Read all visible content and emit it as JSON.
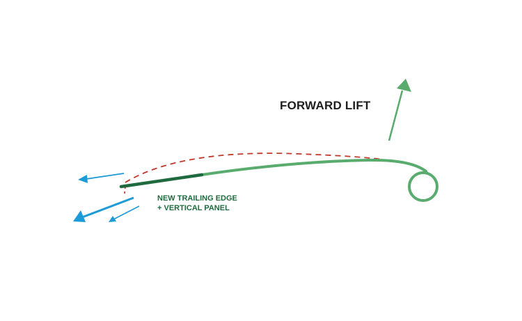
{
  "labels": {
    "forward_lift": "FORWARD LIFT",
    "trailing_edge_line1": "NEW TRAILING EDGE",
    "trailing_edge_line2": "+ VERTICAL PANEL"
  },
  "colors": {
    "wing_light_green": "#5aab6e",
    "trailing_edge_dark_green": "#1f6a3e",
    "lift_arrow_green": "#5aab6e",
    "dashed_profile_red": "#c0392b",
    "flow_arrow_blue": "#1e9bd7",
    "forward_lift_text": "#1e1e1e",
    "trailing_label_text": "#1f6a3e"
  },
  "icons": {
    "lift_arrow": "arrow-up-right-icon",
    "flow_arrows": "arrow-left-icon"
  }
}
